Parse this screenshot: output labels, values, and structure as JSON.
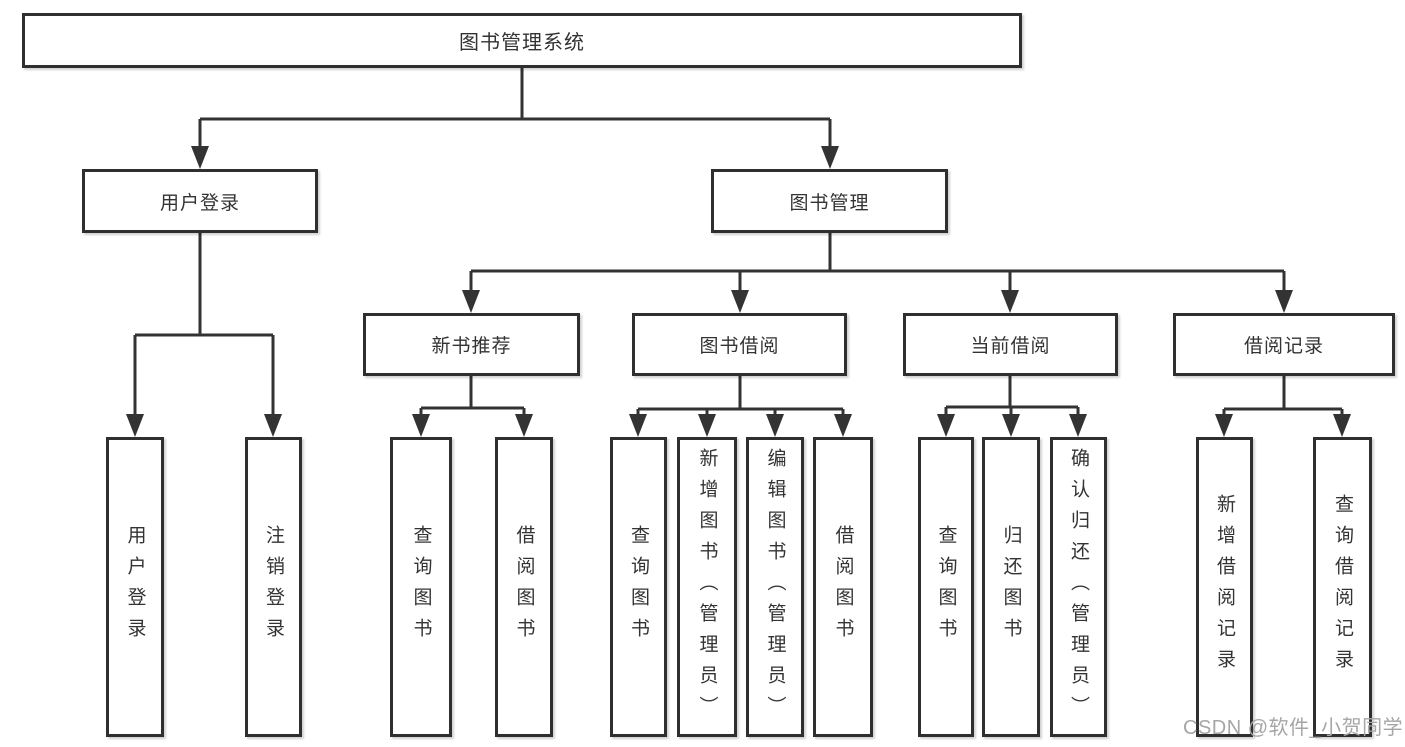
{
  "diagram": {
    "watermark": "CSDN @软件_小贺同学",
    "colors": {
      "line": "#333333",
      "box_border": "#2f2f2f",
      "text": "#333333",
      "watermark": "#a6a6a6",
      "background": "#ffffff"
    },
    "tree": {
      "root": {
        "label": "图书管理系统"
      },
      "level2": [
        {
          "label": "用户登录"
        },
        {
          "label": "图书管理"
        }
      ],
      "level3": [
        {
          "label": "新书推荐"
        },
        {
          "label": "图书借阅"
        },
        {
          "label": "当前借阅"
        },
        {
          "label": "借阅记录"
        }
      ],
      "leaves": {
        "user_login": [
          {
            "label": "用户登录"
          },
          {
            "label": "注销登录"
          }
        ],
        "new_books": [
          {
            "label": "查询图书"
          },
          {
            "label": "借阅图书"
          }
        ],
        "book_borrow": [
          {
            "label": "查询图书"
          },
          {
            "label": "新增图书（管理员）"
          },
          {
            "label": "编辑图书（管理员）"
          },
          {
            "label": "借阅图书"
          }
        ],
        "current_borrow": [
          {
            "label": "查询图书"
          },
          {
            "label": "归还图书"
          },
          {
            "label": "确认归还（管理员）"
          }
        ],
        "borrow_records": [
          {
            "label": "新增借阅记录"
          },
          {
            "label": "查询借阅记录"
          }
        ]
      }
    }
  }
}
